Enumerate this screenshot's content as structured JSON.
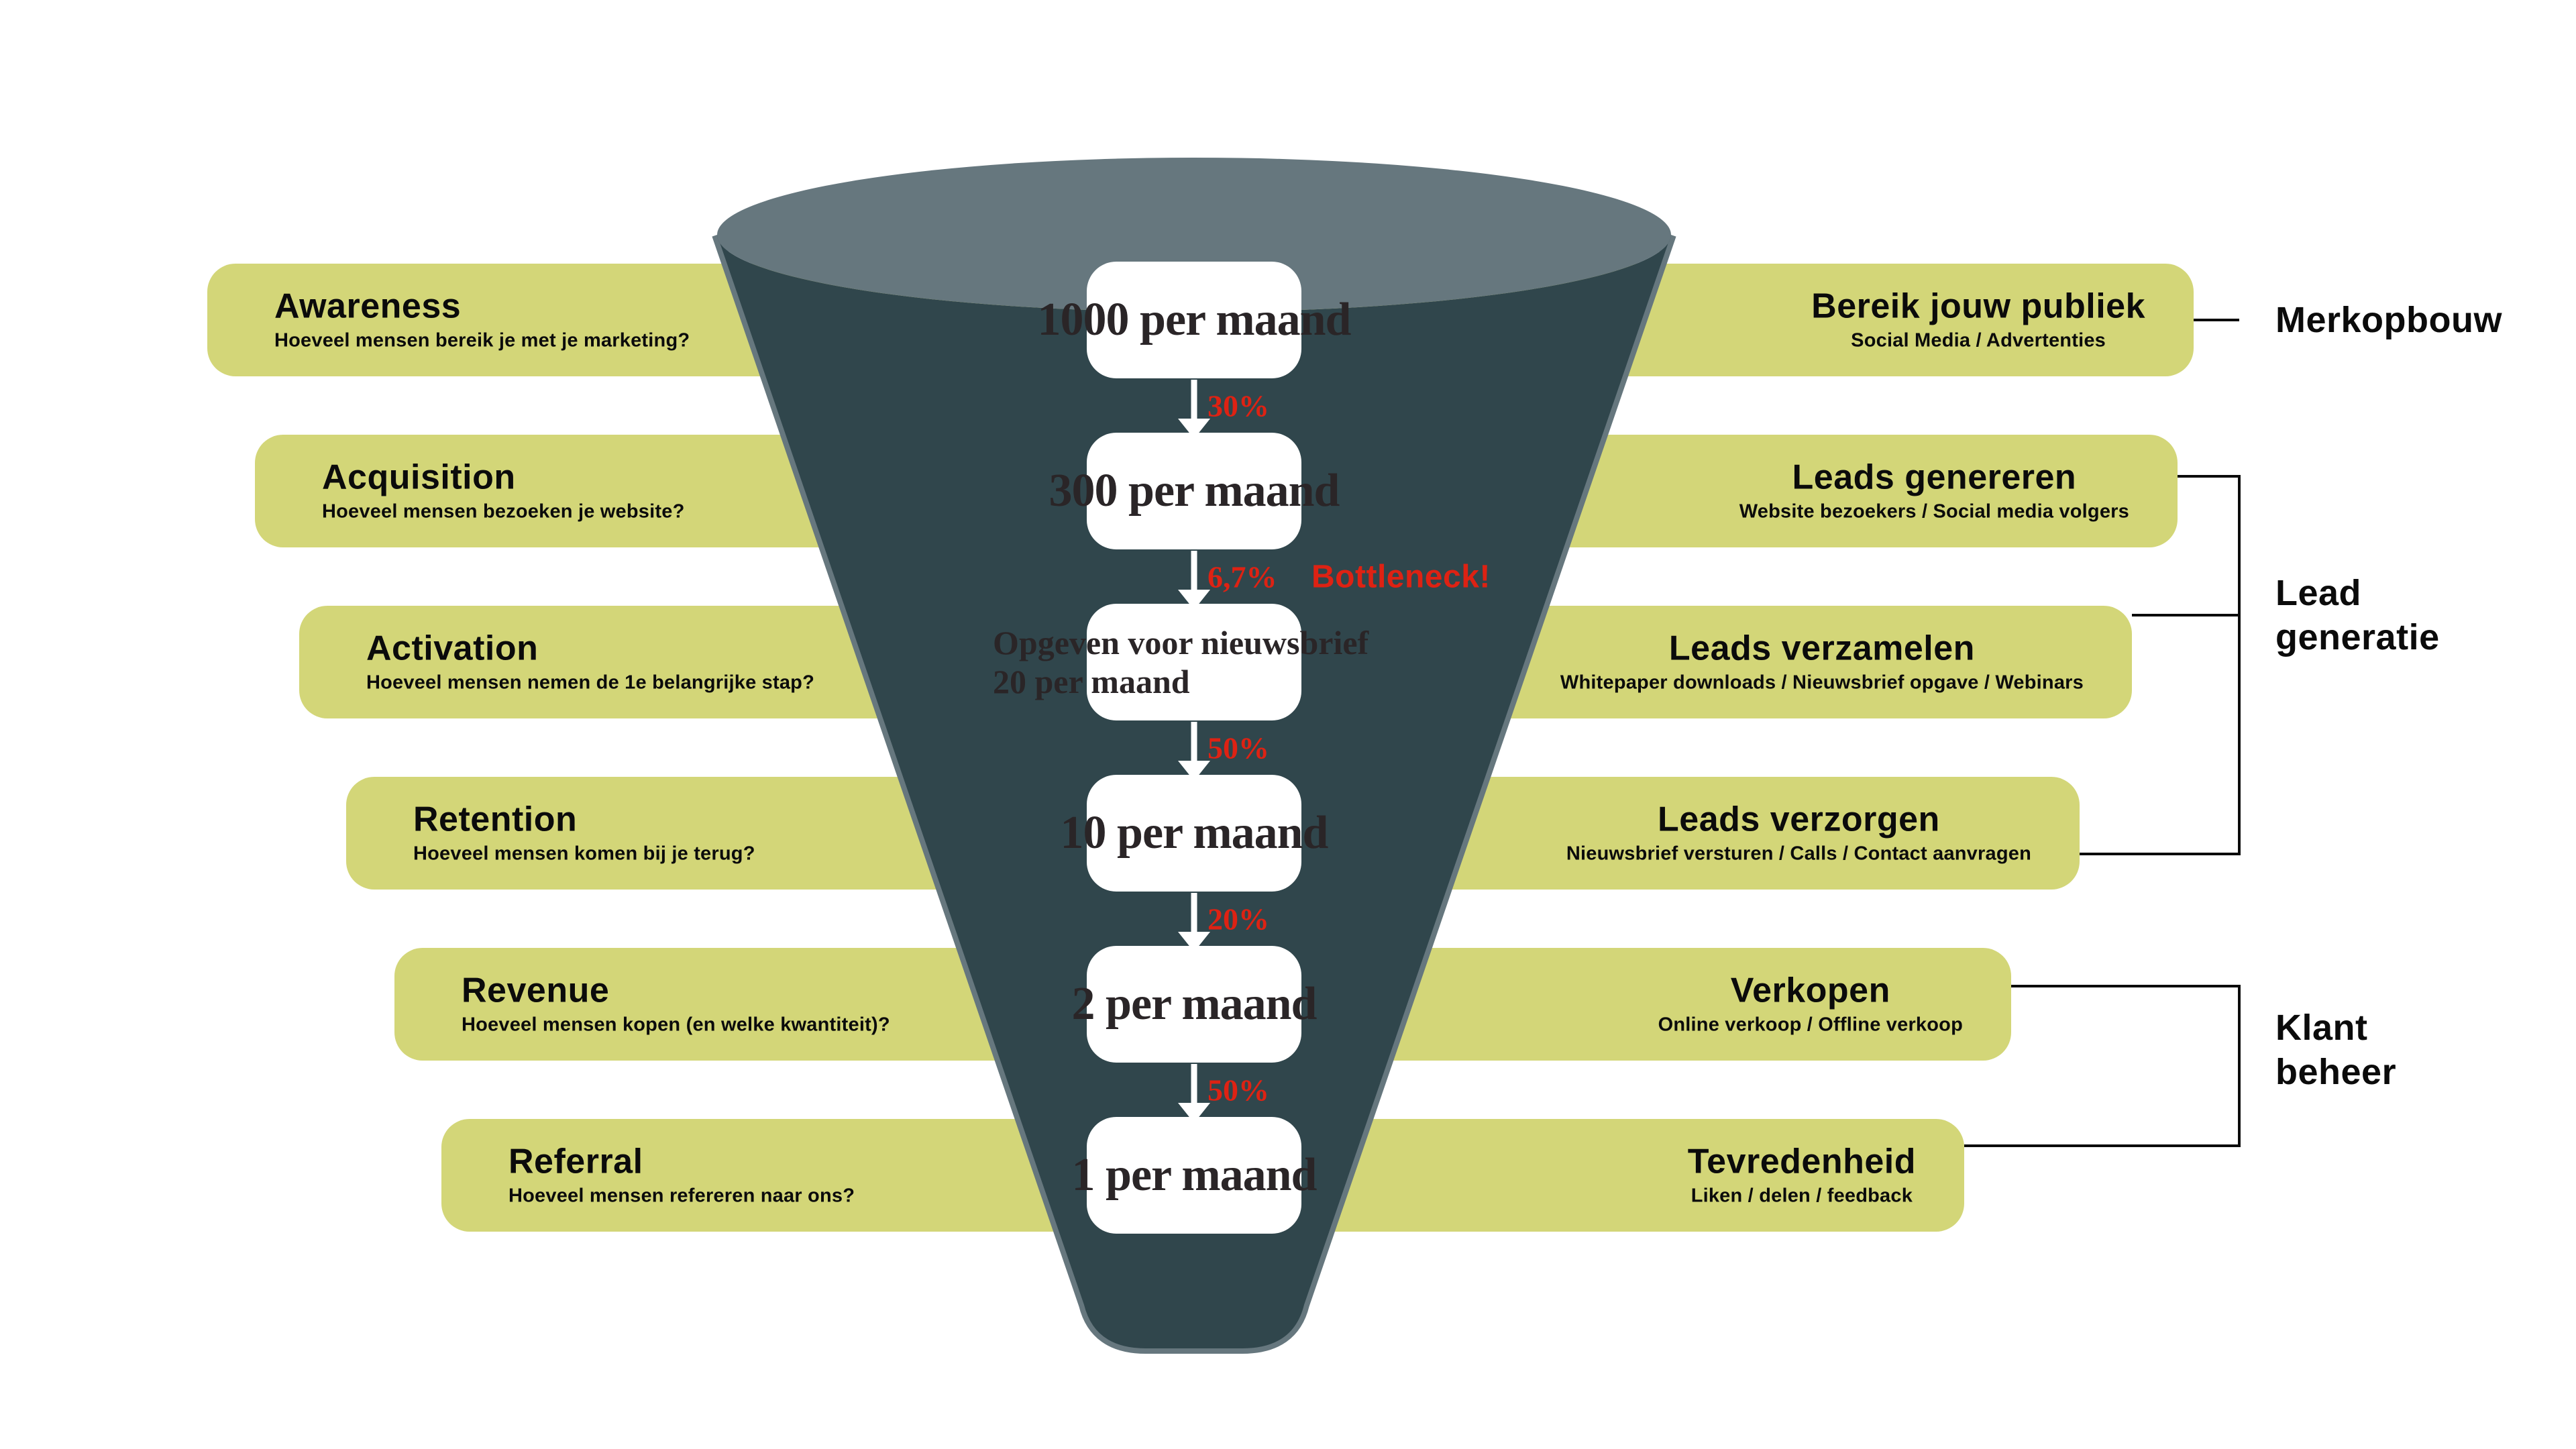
{
  "funnel": {
    "stages": [
      {
        "left": {
          "title": "Awareness",
          "subtitle": "Hoeveel mensen bereik je met je marketing?"
        },
        "center": {
          "value": "1000 per maand"
        },
        "right": {
          "title": "Bereik jouw publiek",
          "subtitle": "Social Media / Advertenties"
        }
      },
      {
        "left": {
          "title": "Acquisition",
          "subtitle": "Hoeveel mensen bezoeken je website?"
        },
        "center": {
          "value": "300 per maand"
        },
        "right": {
          "title": "Leads genereren",
          "subtitle": "Website bezoekers / Social media volgers"
        }
      },
      {
        "left": {
          "title": "Activation",
          "subtitle": "Hoeveel mensen nemen de 1e belangrijke stap?"
        },
        "center": {
          "value_line1": "Opgeven voor nieuwsbrief",
          "value_line2": "20 per maand"
        },
        "right": {
          "title": "Leads verzamelen",
          "subtitle": "Whitepaper downloads / Nieuwsbrief opgave / Webinars"
        }
      },
      {
        "left": {
          "title": "Retention",
          "subtitle": "Hoeveel mensen komen bij je terug?"
        },
        "center": {
          "value": "10 per maand"
        },
        "right": {
          "title": "Leads verzorgen",
          "subtitle": "Nieuwsbrief versturen / Calls / Contact aanvragen"
        }
      },
      {
        "left": {
          "title": "Revenue",
          "subtitle": "Hoeveel mensen kopen (en welke kwantiteit)?"
        },
        "center": {
          "value": "2 per maand"
        },
        "right": {
          "title": "Verkopen",
          "subtitle": "Online verkoop / Offline verkoop"
        }
      },
      {
        "left": {
          "title": "Referral",
          "subtitle": "Hoeveel mensen refereren naar ons?"
        },
        "center": {
          "value": "1 per maand"
        },
        "right": {
          "title": "Tevredenheid",
          "subtitle": "Liken / delen / feedback"
        }
      }
    ],
    "transitions": [
      {
        "rate": "30%"
      },
      {
        "rate": "6,7%",
        "note": "Bottleneck!"
      },
      {
        "rate": "50%"
      },
      {
        "rate": "20%"
      },
      {
        "rate": "50%"
      }
    ],
    "groups": [
      {
        "label": "Merkopbouw"
      },
      {
        "lines": [
          "Lead",
          "generatie"
        ]
      },
      {
        "lines": [
          "Klant",
          "beheer"
        ]
      }
    ]
  },
  "colors": {
    "green": "#d3d678",
    "cone": "#30464c",
    "rim": "#66777e",
    "red": "#de2213",
    "ink": "#0b0b0b",
    "value-ink": "#2a2527",
    "white": "#ffffff"
  }
}
